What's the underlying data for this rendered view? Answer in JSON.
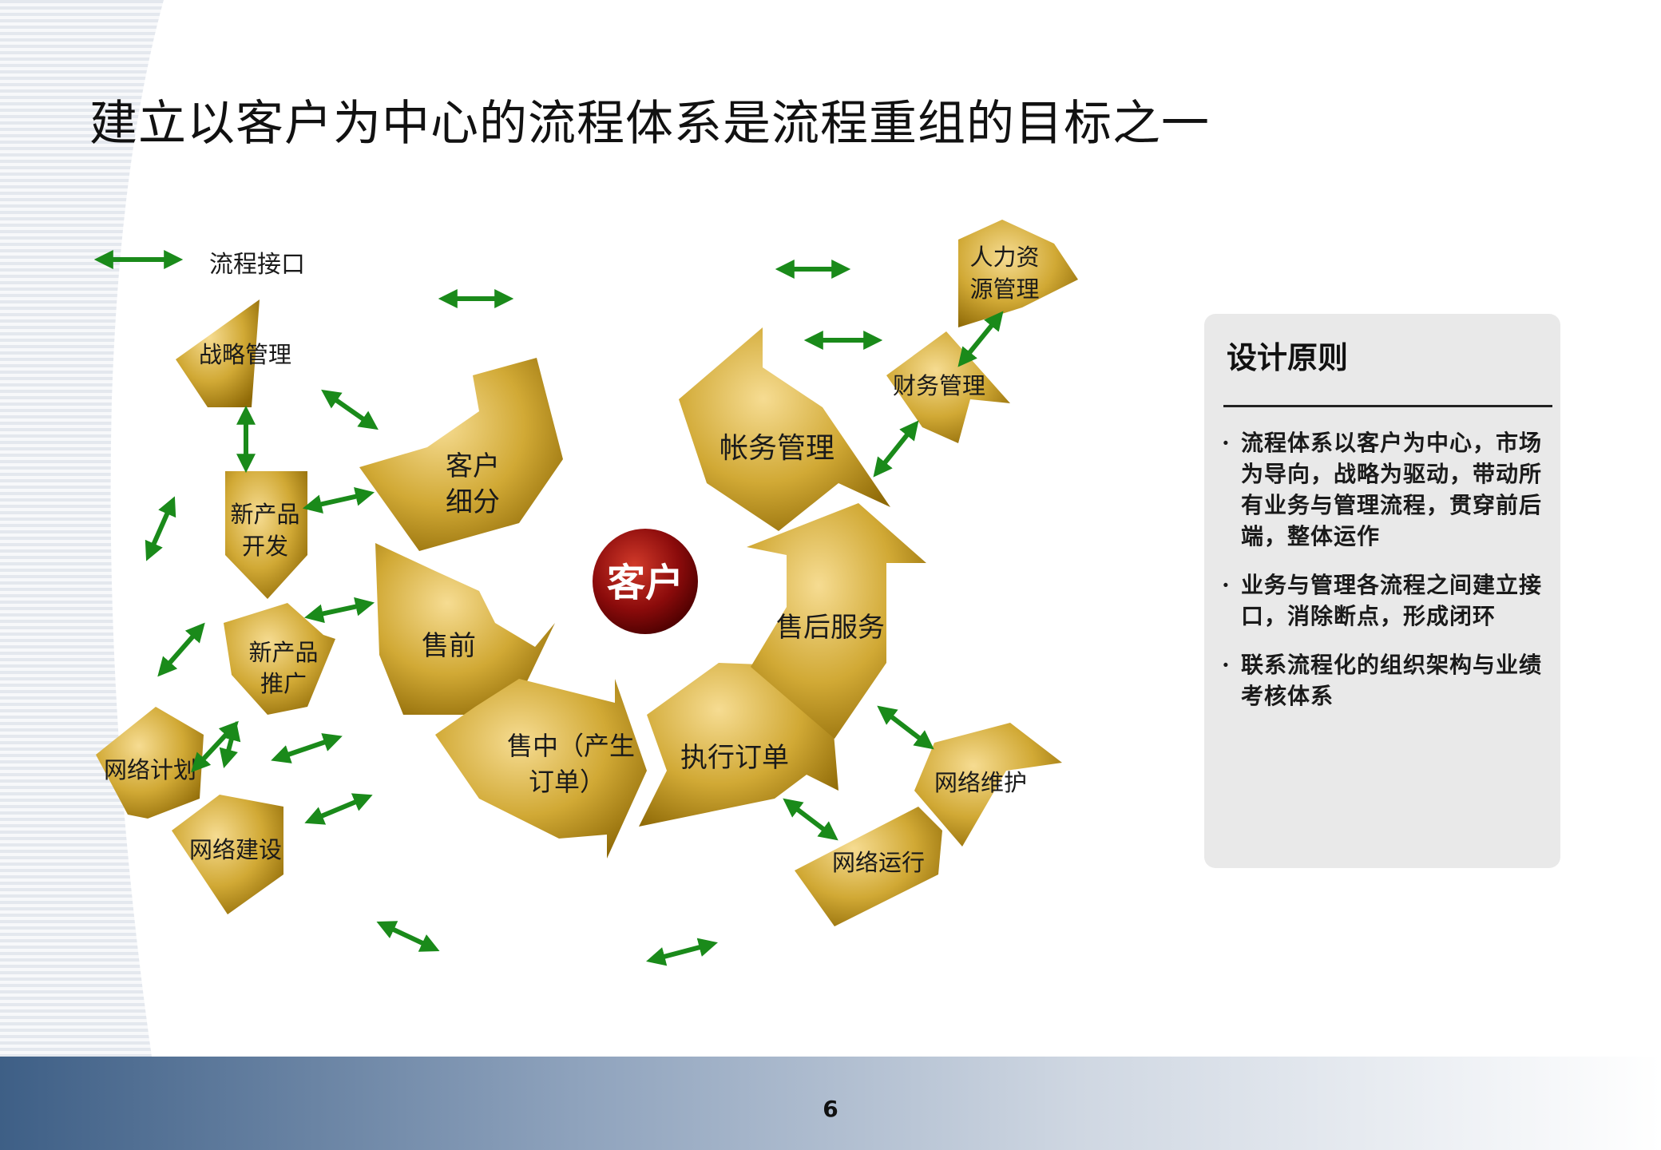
{
  "title": "建立以客户为中心的流程体系是流程重组的目标之一",
  "legend": {
    "label": "流程接口",
    "icon": "double-arrow-icon"
  },
  "center": {
    "label": "客户"
  },
  "cycle_stages": {
    "segment": [
      "客户",
      "细分"
    ],
    "account": "帐务管理",
    "presale": "售前",
    "insale": [
      "售中（产生",
      "订单）"
    ],
    "execute": "执行订单",
    "aftersale": "售后服务"
  },
  "peripheral": {
    "strategy": "战略管理",
    "newdev": [
      "新产品",
      "开发"
    ],
    "newpromo": [
      "新产品",
      "推广"
    ],
    "netplan": "网络计划",
    "netbuild": "网络建设",
    "hr": [
      "人力资",
      "源管理"
    ],
    "finance": "财务管理",
    "netmaint": "网络维护",
    "netop": "网络运行"
  },
  "principles": {
    "title": "设计原则",
    "items": [
      "流程体系以客户为中心，市场为导向，战略为驱动，带动所有业务与管理流程，贯穿前后端，整体运作",
      "业务与管理各流程之间建立接口，消除断点，形成闭环",
      "联系流程化的组织架构与业绩考核体系"
    ]
  },
  "page_number": "6",
  "colors": {
    "gold_light": "#f4d78a",
    "gold_dark": "#8f6a07",
    "connector_green": "#1a8a1a",
    "center_red": "#8b0b0b",
    "panel_gray": "#e9e9e9"
  }
}
